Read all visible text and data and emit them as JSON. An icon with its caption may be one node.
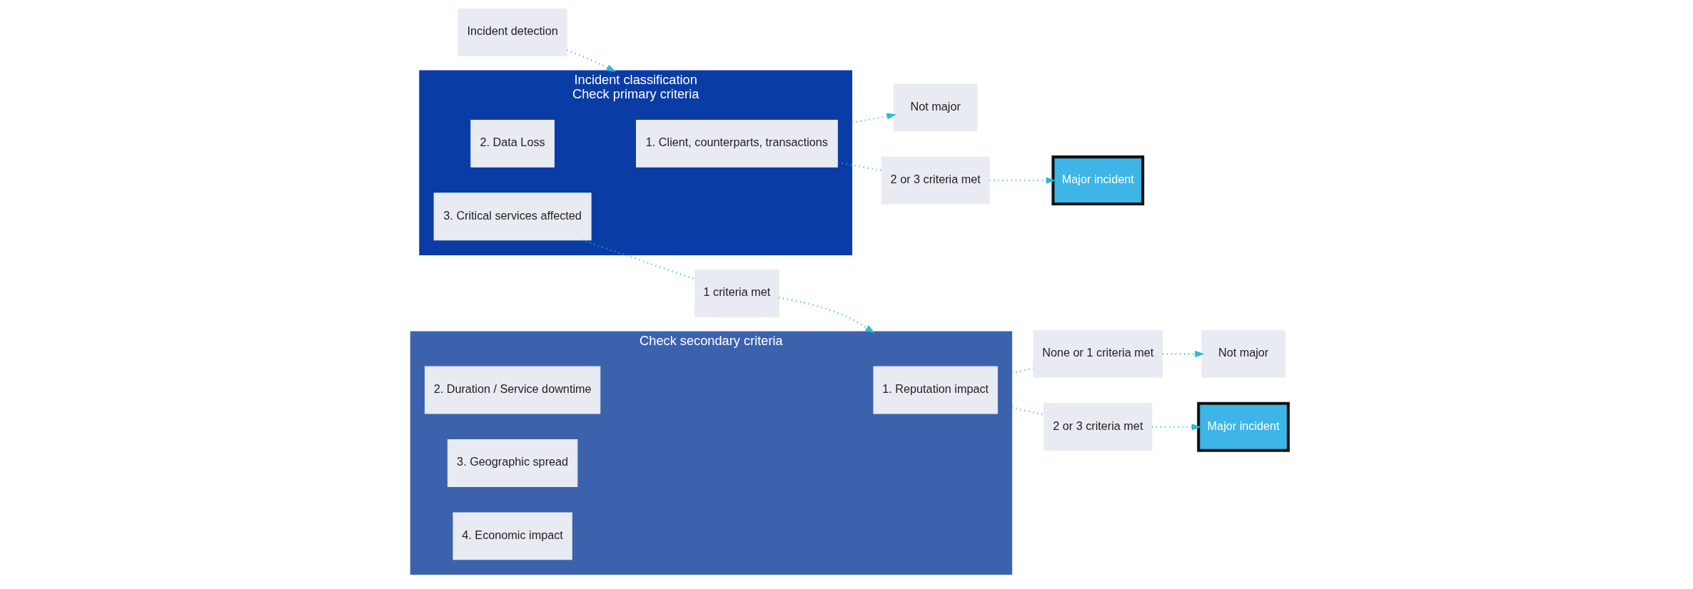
{
  "diagram": {
    "nodes": [
      {
        "text": [
          "Incident detection"
        ]
      },
      {
        "text": [
          "Incident classification",
          "Check primary criteria"
        ]
      },
      {
        "text": [
          "1. Client, counterparts, transactions"
        ],
        "in": 1
      },
      {
        "text": [
          "2. Data Loss"
        ],
        "in": 1
      },
      {
        "text": [
          "3. Critical services affected"
        ],
        "in": 1
      },
      {
        "text": [
          "Not major"
        ]
      },
      {
        "text": [
          "2 or 3 criteria met"
        ]
      },
      {
        "text": [
          "Major incident"
        ]
      },
      {
        "text": [
          "1 criteria met"
        ]
      },
      {
        "text": [
          "Check secondary criteria"
        ]
      },
      {
        "text": [
          "1. Reputation impact"
        ],
        "in": 9
      },
      {
        "text": [
          "2. Duration / Service downtime"
        ],
        "in": 9
      },
      {
        "text": [
          "3. Geographic spread"
        ],
        "in": 9
      },
      {
        "text": [
          "4. Economic impact"
        ],
        "in": 9
      },
      {
        "text": [
          "None or 1 criteria met"
        ]
      },
      {
        "text": [
          "Not major"
        ]
      },
      {
        "text": [
          "2 or 3 criteria met"
        ]
      },
      {
        "text": [
          "Major incident"
        ]
      }
    ],
    "edges": [
      {
        "from": 0,
        "to": 1,
        "arrow": "to"
      },
      {
        "from": 1,
        "to": 5,
        "arrow": "to"
      },
      {
        "from": 2,
        "to": 6,
        "arrow": "none"
      },
      {
        "from": 6,
        "to": 7,
        "arrow": "to"
      },
      {
        "from": 4,
        "to": 8,
        "arrow": "none"
      },
      {
        "from": 8,
        "to": 9,
        "arrow": "to"
      },
      {
        "from": 9,
        "to": 14,
        "arrow": "none"
      },
      {
        "from": 14,
        "to": 15,
        "arrow": "to"
      },
      {
        "from": 9,
        "to": 16,
        "arrow": "none"
      },
      {
        "from": 16,
        "to": 17,
        "arrow": "to"
      }
    ]
  }
}
